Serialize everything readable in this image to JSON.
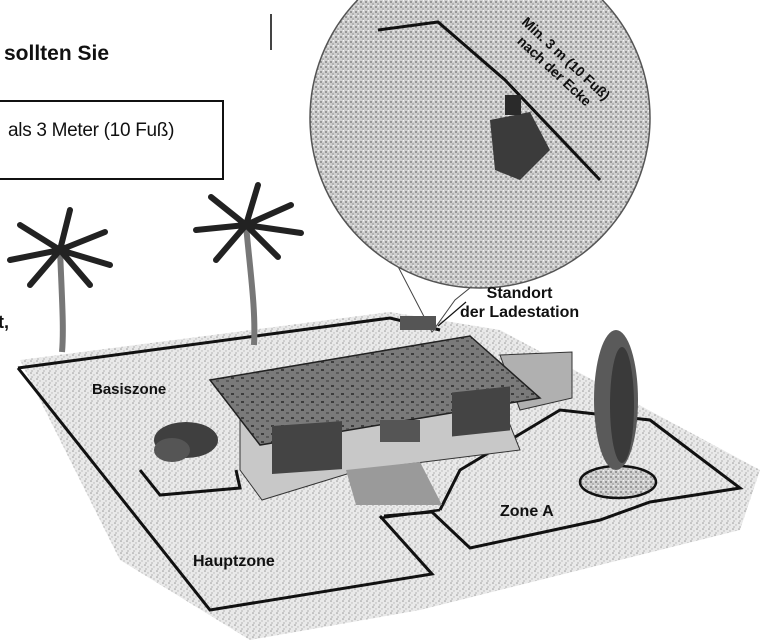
{
  "header": {
    "heading_fragment": "sollten Sie"
  },
  "note": {
    "text_fragment": "als 3 Meter (10 Fuß)"
  },
  "left_fragment": "t,",
  "diagram": {
    "labels": {
      "basiszone": "Basiszone",
      "hauptzone": "Hauptzone",
      "zone_a": "Zone A",
      "charging_station_line1": "Standort",
      "charging_station_line2": "der Ladestation",
      "min_distance_line1": "Min. 3 m (10 Fuß)",
      "min_distance_line2": "nach der Ecke"
    }
  }
}
